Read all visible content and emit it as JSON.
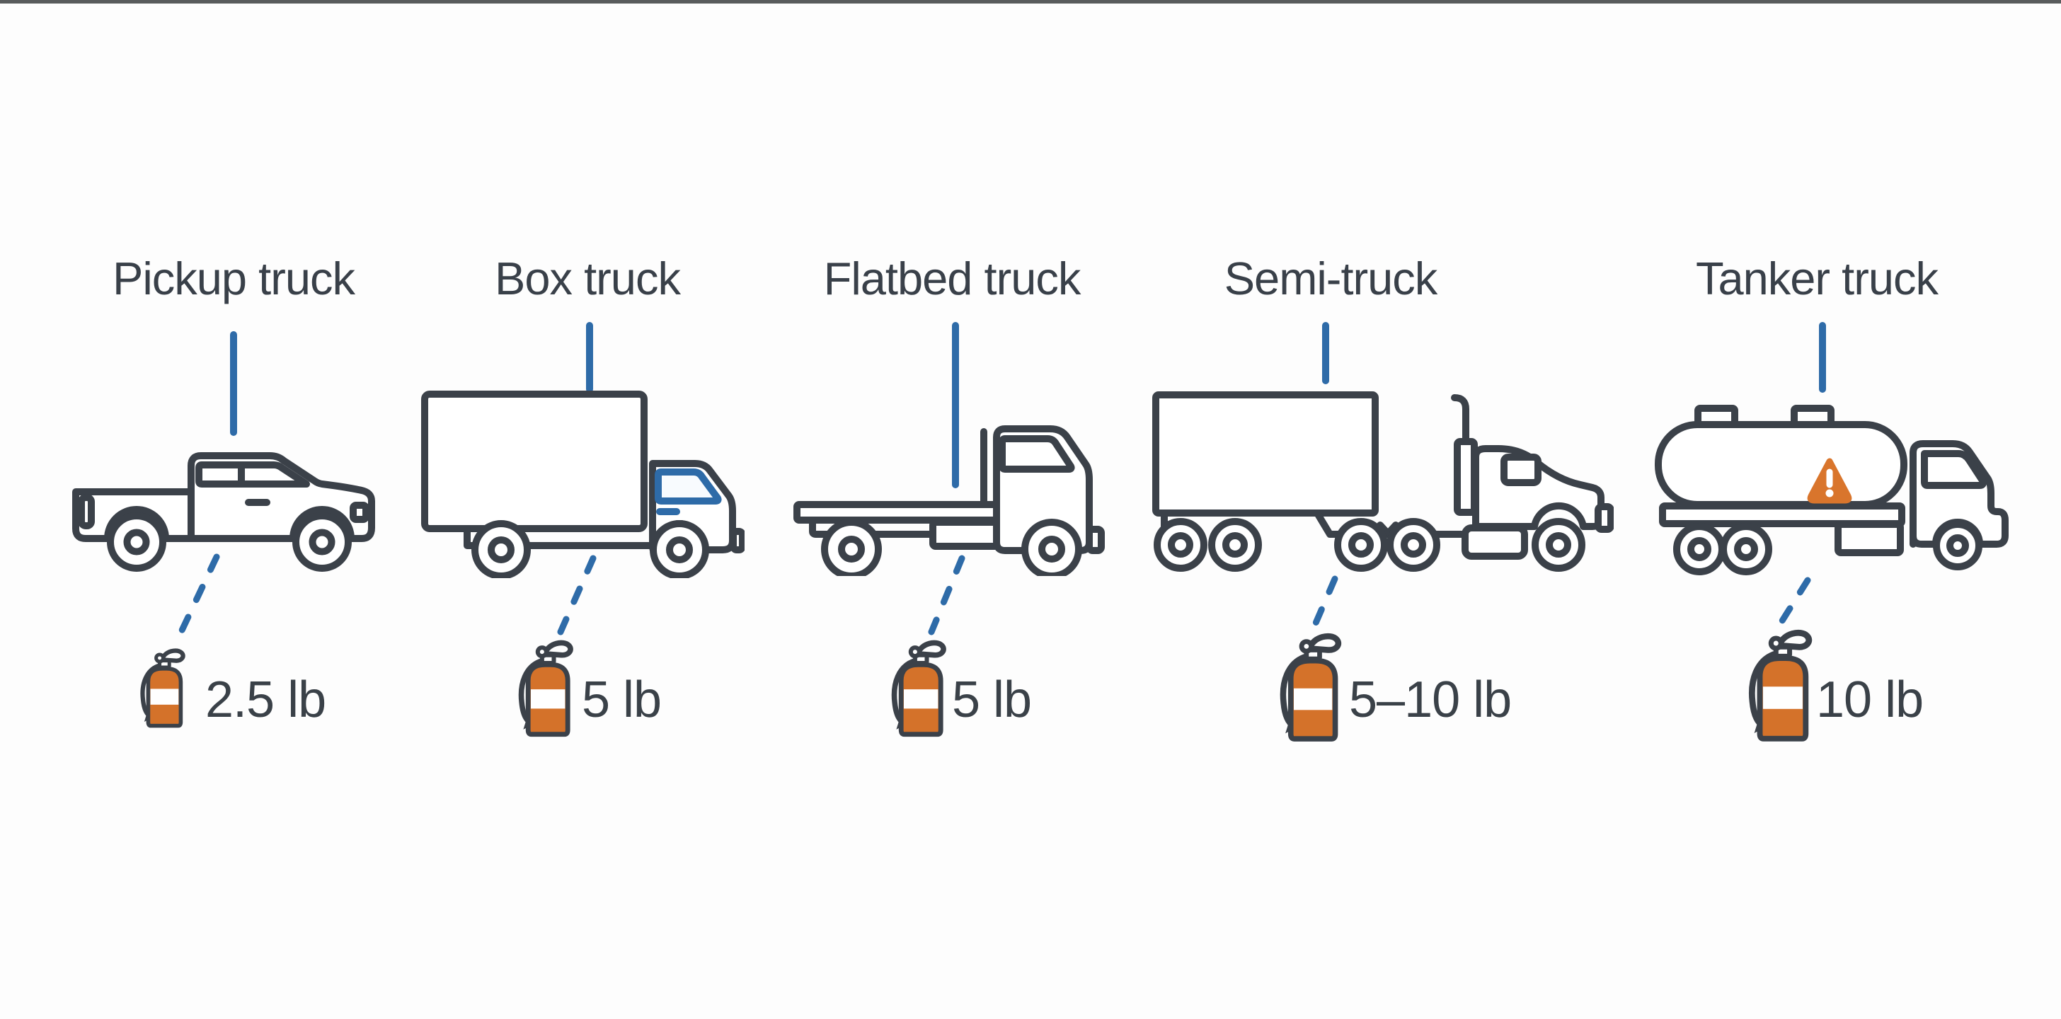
{
  "infographic": {
    "panels": [
      {
        "truck": "Pickup truck",
        "extinguisher_size": "2.5 lb"
      },
      {
        "truck": "Box truck",
        "extinguisher_size": "5 lb"
      },
      {
        "truck": "Flatbed truck",
        "extinguisher_size": "5 lb"
      },
      {
        "truck": "Semi-truck",
        "extinguisher_size": "5–10 lb"
      },
      {
        "truck": "Tanker truck",
        "extinguisher_size": "10 lb"
      }
    ]
  },
  "icons": {
    "truck_icons": [
      "pickup-truck-icon",
      "box-truck-icon",
      "flatbed-truck-icon",
      "semi-truck-icon",
      "tanker-truck-icon"
    ],
    "extinguisher_icon": "fire-extinguisher-icon",
    "badge_icon": "warning-triangle-icon",
    "connector_icons": [
      "pointer-line",
      "dashed-connector-line"
    ]
  },
  "colors": {
    "outline": "#3b4149",
    "accent_blue": "#2e6ba8",
    "extinguisher_orange": "#d4722a",
    "warning_orange": "#d9752c",
    "text": "#3a4148",
    "background": "#fdfdfd"
  }
}
